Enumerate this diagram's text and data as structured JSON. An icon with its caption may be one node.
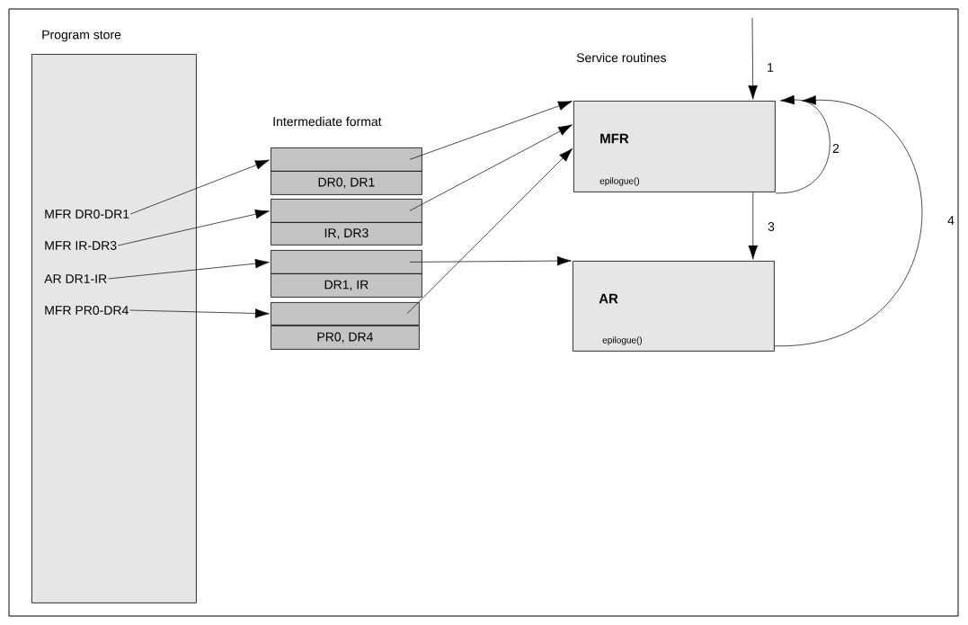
{
  "diagram": {
    "nodes": [
      {
        "text": [
          "Program store"
        ]
      },
      {
        "text": [
          "MFR DR0-DR1"
        ],
        "in": 0
      },
      {
        "text": [
          "MFR IR-DR3"
        ],
        "in": 0
      },
      {
        "text": [
          "AR DR1-IR"
        ],
        "in": 0
      },
      {
        "text": [
          "MFR PR0-DR4"
        ],
        "in": 0
      },
      {
        "text": [],
        "shape": "box"
      },
      {
        "text": [
          "DR0, DR1"
        ]
      },
      {
        "text": [],
        "shape": "box"
      },
      {
        "text": [
          "IR, DR3"
        ]
      },
      {
        "text": [],
        "shape": "box"
      },
      {
        "text": [
          "DR1, IR"
        ]
      },
      {
        "text": [],
        "shape": "box"
      },
      {
        "text": [
          "PR0, DR4"
        ]
      },
      {
        "text": [
          "MFR",
          "epilogue()"
        ]
      },
      {
        "text": [
          "AR",
          "epilogue()"
        ]
      }
    ],
    "edges": [
      {
        "from": 1,
        "to": 5,
        "arrow": "to"
      },
      {
        "from": 2,
        "to": 7,
        "arrow": "to"
      },
      {
        "from": 3,
        "to": 9,
        "arrow": "to"
      },
      {
        "from": 4,
        "to": 11,
        "arrow": "to"
      },
      {
        "from": 5,
        "to": 13,
        "arrow": "to"
      },
      {
        "from": 7,
        "to": 13,
        "arrow": "to"
      },
      {
        "from": 11,
        "to": 13,
        "arrow": "to"
      },
      {
        "from": 9,
        "to": 14,
        "arrow": "to"
      },
      {
        "from": null,
        "to": 13,
        "arrow": "to",
        "label": "1"
      },
      {
        "from": 13,
        "to": 13,
        "arrow": "to",
        "label": "2"
      },
      {
        "from": 13,
        "to": 14,
        "arrow": "to",
        "label": "3"
      },
      {
        "from": 14,
        "to": 13,
        "arrow": "to",
        "label": "4"
      }
    ],
    "labels": [
      "Intermediate format",
      "Service routines"
    ]
  }
}
